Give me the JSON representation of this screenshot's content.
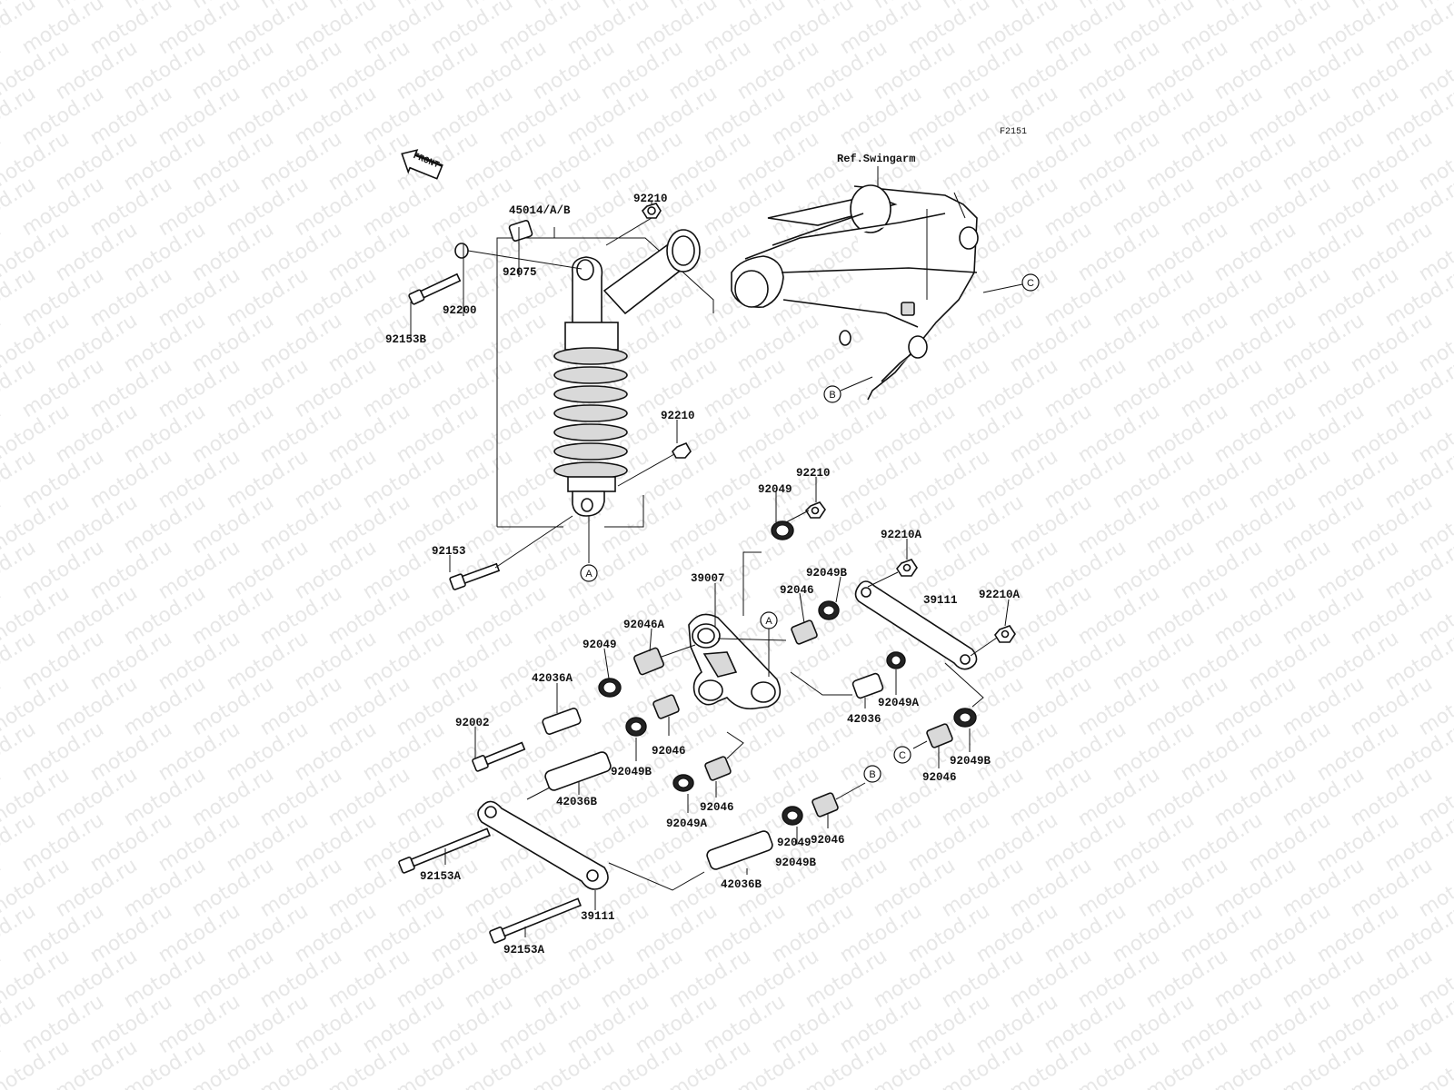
{
  "diagram_code": "F2151",
  "front_label": "FRONT",
  "reference_label": "Ref.Swingarm",
  "watermark": "motod.ru",
  "callouts": [
    "A",
    "A",
    "B",
    "B",
    "C",
    "C"
  ],
  "part_labels": [
    "45014/A/B",
    "92210",
    "92075",
    "92200",
    "92153B",
    "92210",
    "92153",
    "92049",
    "92210",
    "92210A",
    "92049B",
    "92046",
    "39111",
    "92210A",
    "39007",
    "92046A",
    "92049",
    "42036A",
    "92002",
    "92049B",
    "92046",
    "42036B",
    "92046",
    "92049A",
    "92049A",
    "42036",
    "92049B",
    "92046",
    "92049",
    "92046",
    "92049B",
    "92153A",
    "39111",
    "42036B",
    "92153A"
  ]
}
